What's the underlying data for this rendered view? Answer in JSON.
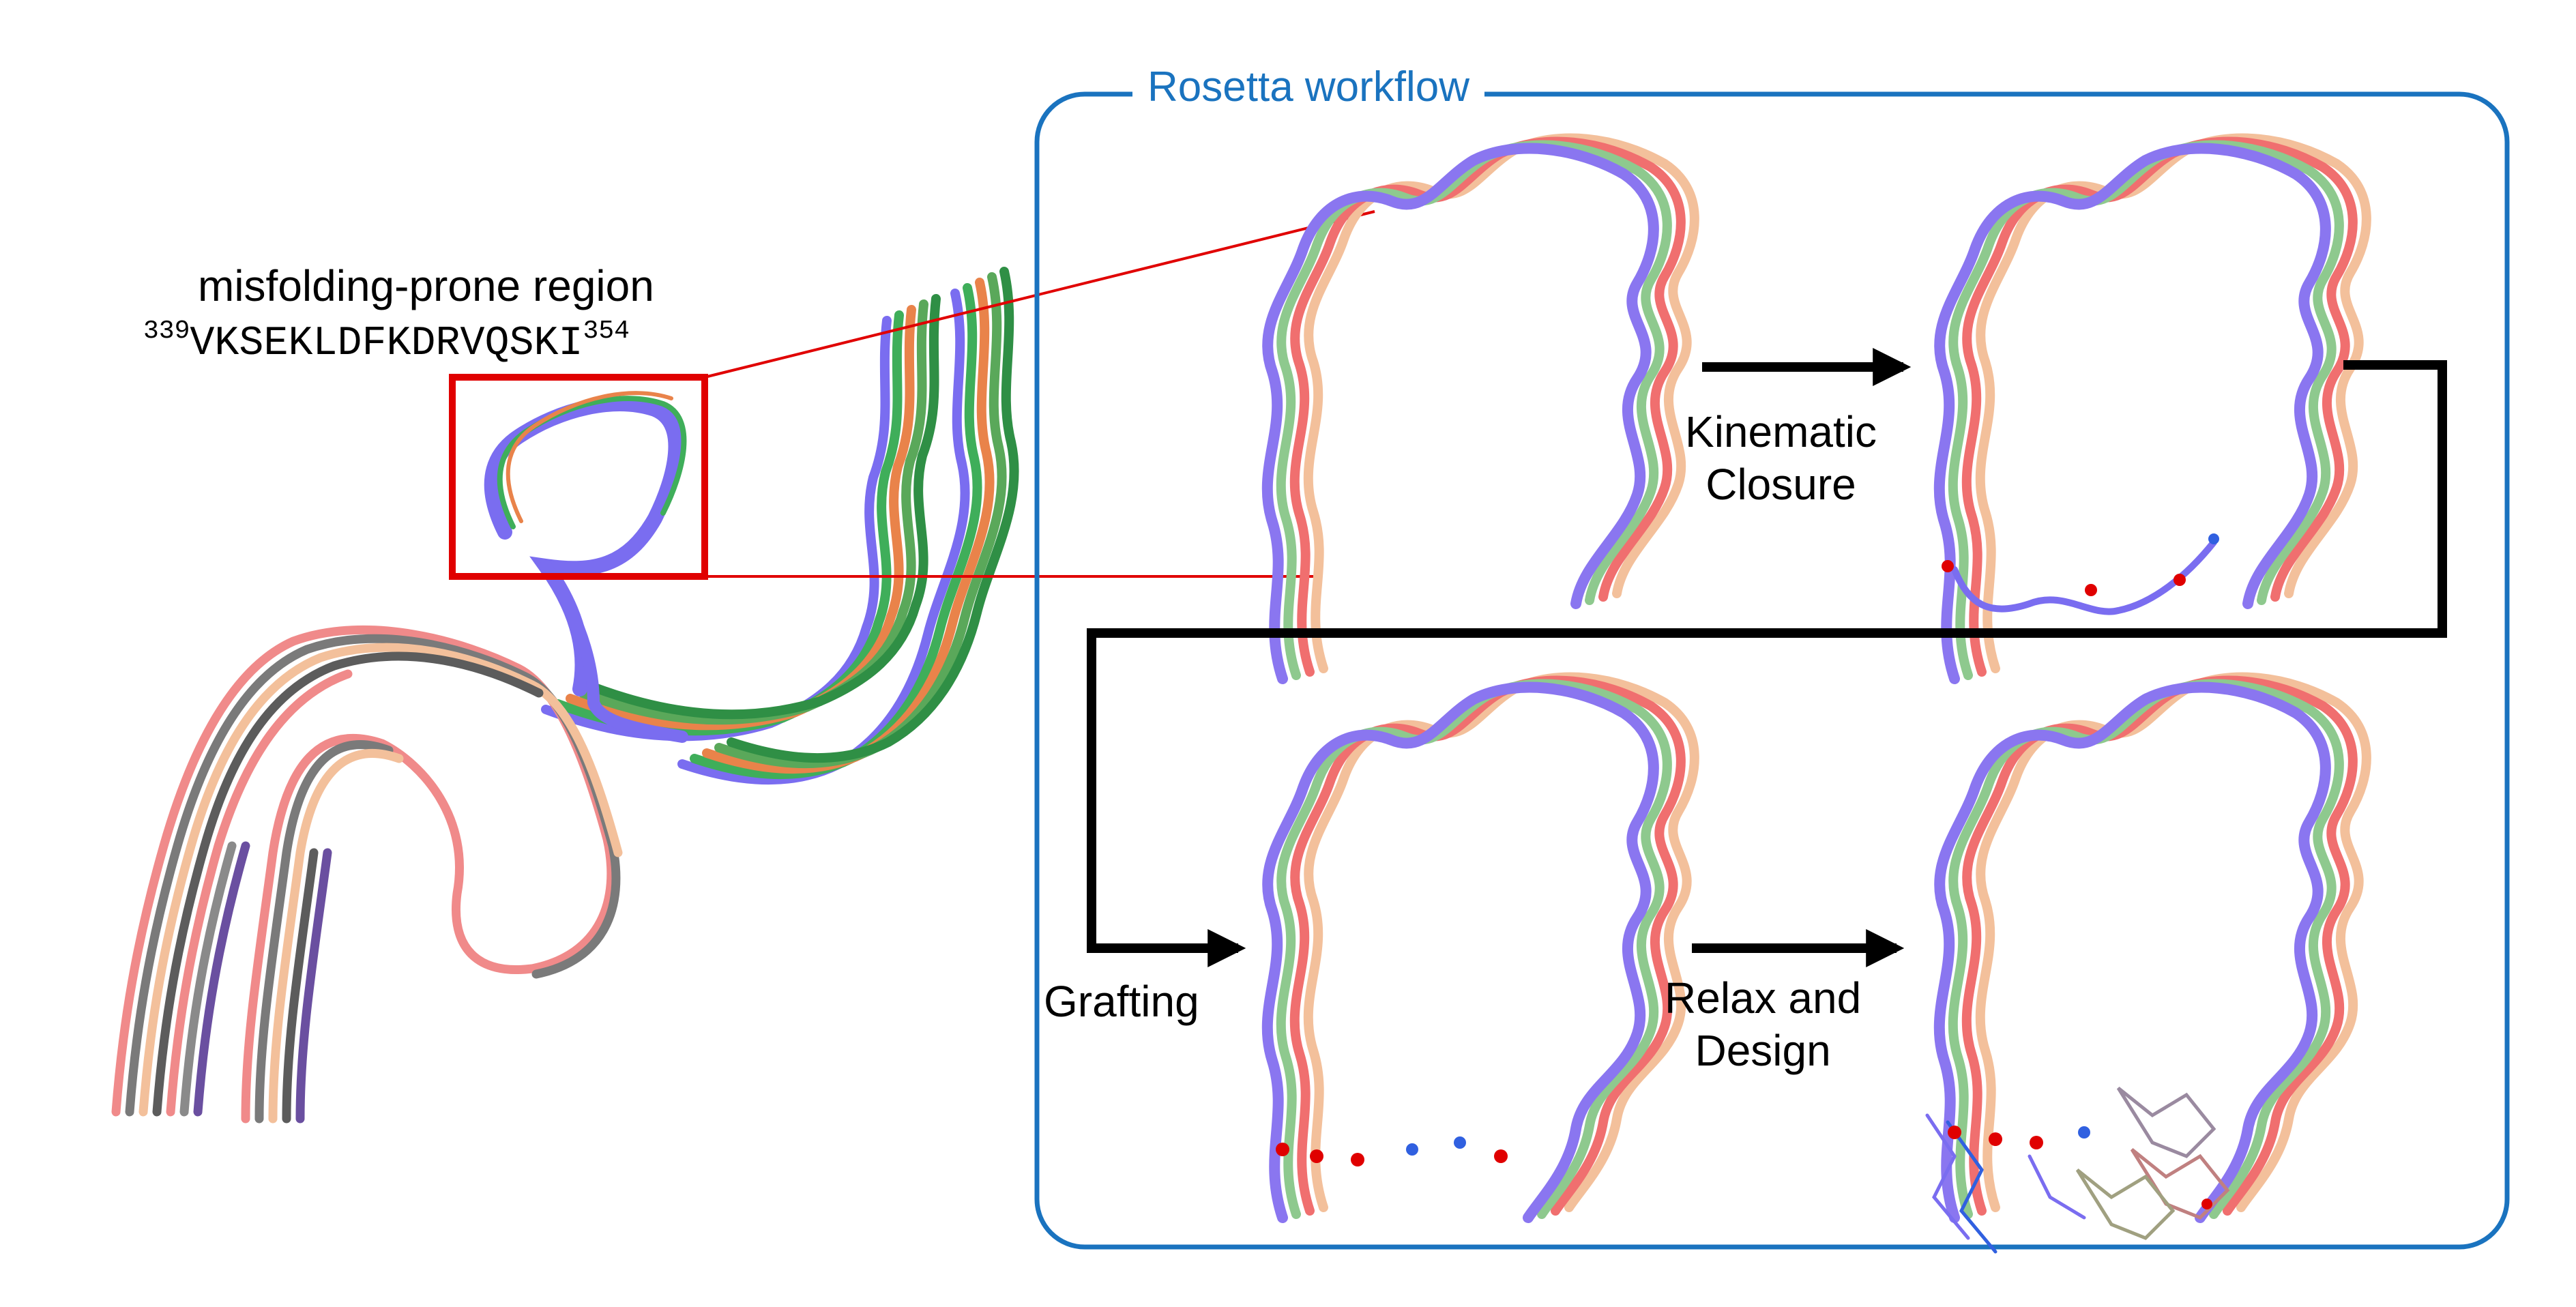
{
  "figure": {
    "region_label": "misfolding-prone region",
    "sequence": {
      "start": "339",
      "residues": "VKSEKLDFKDRVQSKI",
      "end": "354"
    },
    "workflow": {
      "title": "Rosetta workflow",
      "steps": [
        {
          "id": "kinematic",
          "line1": "Kinematic",
          "line2": "Closure"
        },
        {
          "id": "grafting",
          "line1": "Grafting"
        },
        {
          "id": "relax",
          "line1": "Relax and",
          "line2": "Design"
        }
      ]
    },
    "colors": {
      "workflow_frame": "#1a73bf",
      "highlight_box": "#e00000",
      "strand_purple": "#8a76f0",
      "strand_red": "#f06f6f",
      "strand_green": "#8ec98e",
      "strand_peach": "#f3c09b",
      "fibril_green": "#3fae5a",
      "fibril_orange": "#e9834a",
      "fibril_gray": "#7a7a7a",
      "fibril_pink": "#f08a8a"
    }
  }
}
